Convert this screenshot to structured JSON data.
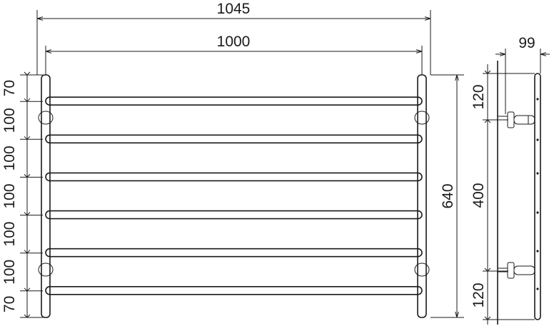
{
  "dimensions": {
    "overall_width": "1045",
    "bar_length": "1000",
    "depth": "99",
    "overall_height": "640",
    "bracket_spacing": "400",
    "bracket_offset_top": "120",
    "bracket_offset_bottom": "120",
    "left_spacings": [
      "70",
      "100",
      "100",
      "100",
      "100",
      "100",
      "70"
    ]
  },
  "colors": {
    "line": "#1a1a1a",
    "background": "#ffffff"
  }
}
